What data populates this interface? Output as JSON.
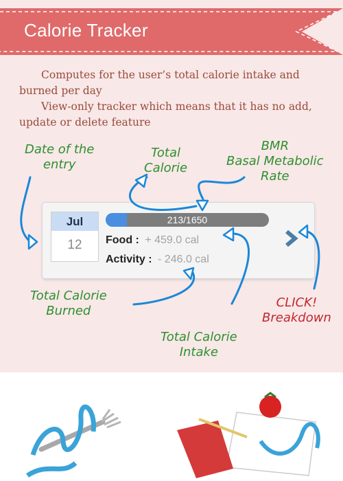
{
  "header": {
    "title": "Calorie Tracker"
  },
  "intro": {
    "line1": "Computes for the user’s total calorie intake and burned per day",
    "line2": "View-only tracker which means that it has no add, update or delete feature"
  },
  "annotations": {
    "date_line1": "Date of the",
    "date_line2": "entry",
    "total_line1": "Total",
    "total_line2": "Calorie",
    "bmr_line1": "BMR",
    "bmr_line2": "Basal Metabolic",
    "bmr_line3": "Rate",
    "burned_line1": "Total Calorie",
    "burned_line2": "Burned",
    "intake_line1": "Total Calorie",
    "intake_line2": "Intake",
    "click_line1": "CLICK!",
    "click_line2": "Breakdown"
  },
  "entry": {
    "month": "Jul",
    "day": "12",
    "progress_text": "213/1650",
    "progress_fraction": 0.13,
    "food_label": "Food :",
    "food_value": "+ 459.0 cal",
    "activity_label": "Activity :",
    "activity_value": "- 246.0 cal"
  },
  "colors": {
    "banner": "#e06a6a",
    "annotation_green": "#2f8f2f",
    "annotation_red": "#c2272d",
    "arrow_blue": "#1b87d8",
    "progress_blue": "#4a8ee0"
  },
  "icons": {
    "breakdown": "chevron-right-icon"
  }
}
